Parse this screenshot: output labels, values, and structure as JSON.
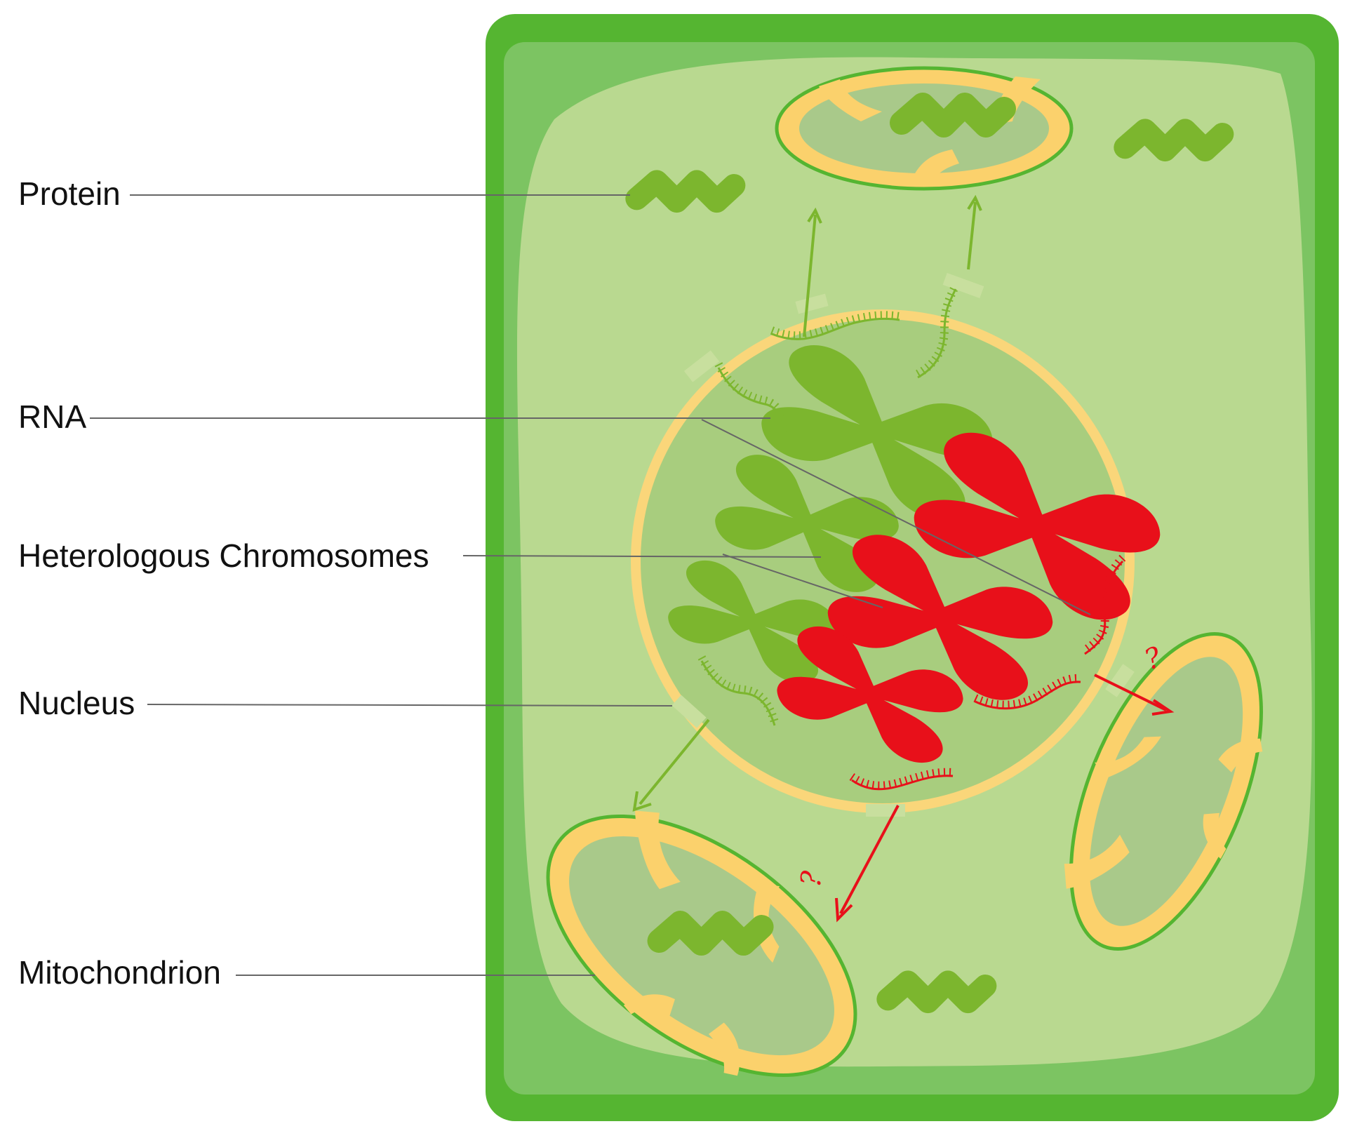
{
  "labels": {
    "protein": "Protein",
    "rna": "RNA",
    "chromosomes": "Heterologous Chromosomes",
    "nucleus": "Nucleus",
    "mitochondrion": "Mitochondrion"
  },
  "marks": {
    "question": "?"
  },
  "colors": {
    "cell_wall": "#55b531",
    "cell_membrane_band": "#7cc462",
    "cytoplasm": "#b9d990",
    "nucleoplasm": "#a8cd7e",
    "nuclear_envelope": "#fad67a",
    "mito_outer": "#fbd16c",
    "mito_matrix": "#a9c98a",
    "native_element": "#7cb62e",
    "heterologous_element": "#e8101a",
    "leader_line": "#666666"
  }
}
